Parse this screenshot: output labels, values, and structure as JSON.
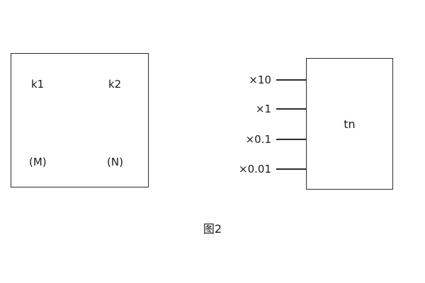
{
  "figure": {
    "caption": "图2"
  },
  "left_block": {
    "labels": {
      "k1": "k1",
      "k2": "k2",
      "m": "(M)",
      "n": "(N)"
    }
  },
  "right_block": {
    "label": "tn",
    "leads": [
      {
        "label": "×10"
      },
      {
        "label": "×1"
      },
      {
        "label": "×0.1"
      },
      {
        "label": "×0.01"
      }
    ]
  },
  "colors": {
    "line": "#2b2b2b",
    "text": "#1a1a1a",
    "background": "#ffffff"
  }
}
